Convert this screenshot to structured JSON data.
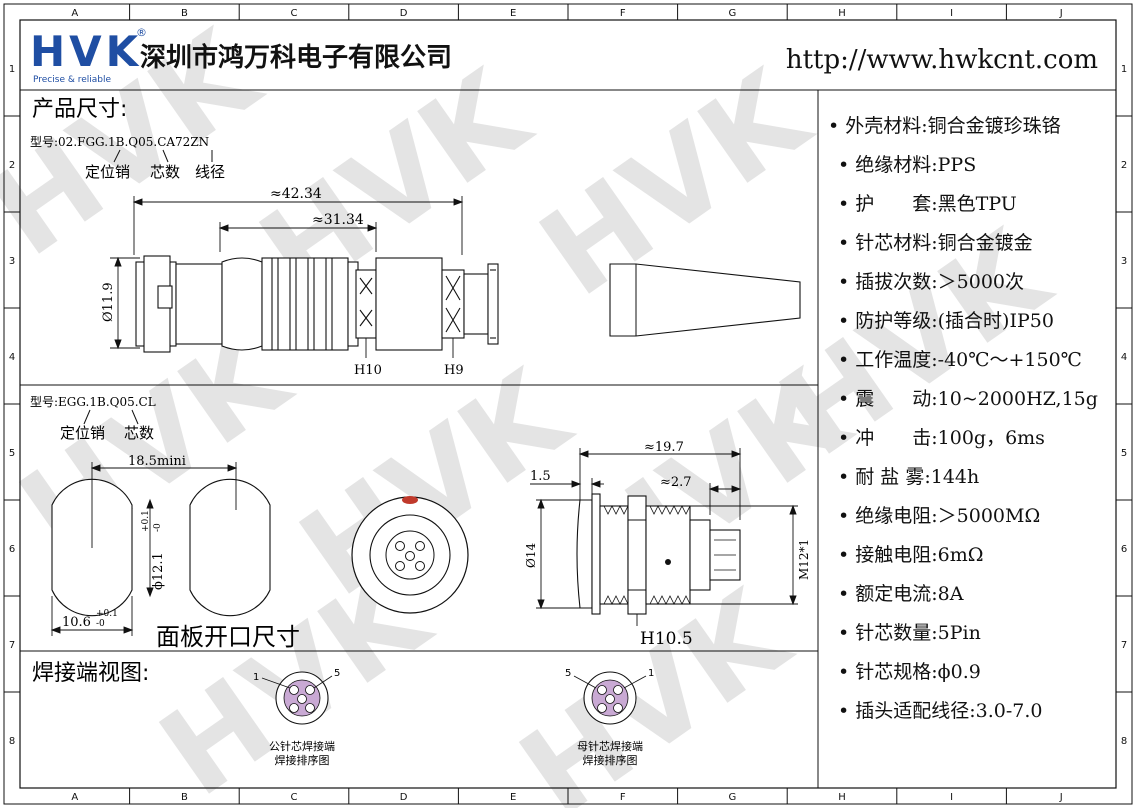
{
  "grid": {
    "cols": [
      "A",
      "B",
      "C",
      "D",
      "E",
      "F",
      "G",
      "H",
      "I",
      "J"
    ],
    "rows": [
      "1",
      "2",
      "3",
      "4",
      "5",
      "6",
      "7",
      "8"
    ]
  },
  "header": {
    "logo": "HVK",
    "logo_mark": "®",
    "tagline": "Precise & reliable",
    "company": "深圳市鸿万科电子有限公司",
    "url": "http://www.hwkcnt.com"
  },
  "watermark": "HVK",
  "plug": {
    "section_title": "产品尺寸:",
    "model": "型号:02.FGG.1B.Q05.CA72ZN",
    "label_pin": "定位销",
    "label_core": "芯数",
    "label_wire": "线径",
    "dim_total": "≈42.34",
    "dim_body": "≈31.34",
    "dim_dia": "Ø11.9",
    "hex1": "H10",
    "hex2": "H9"
  },
  "socket": {
    "model": "型号:EGG.1B.Q05.CL",
    "label_pin": "定位销",
    "label_core": "芯数",
    "cut_spacing": "18.5mini",
    "cut_height": "ϕ12.1",
    "cut_height_tol_up": "+0.1",
    "cut_height_tol_dn": "-0",
    "cut_width": "10.6",
    "cut_width_tol_up": "+0.1",
    "cut_width_tol_dn": "-0",
    "cut_title": "面板开口尺寸",
    "dim_total": "≈19.7",
    "dim_flange": "1.5",
    "dim_tail": "≈2.7",
    "dim_dia": "Ø14",
    "dim_thread": "M12*1",
    "hex": "H10.5"
  },
  "solder": {
    "section_title": "焊接端视图:",
    "male_caption1": "公针芯焊接端",
    "male_caption2": "焊接排序图",
    "female_caption1": "母针芯焊接端",
    "female_caption2": "焊接排序图",
    "pin1": "1",
    "pin5": "5"
  },
  "specs": [
    "• 外壳材料:铜合金镀珍珠铬",
    "• 绝缘材料:PPS",
    "• 护　　套:黑色TPU",
    "• 针芯材料:铜合金镀金",
    "• 插拔次数:＞5000次",
    "• 防护等级:(插合时)IP50",
    "• 工作温度:-40℃～+150℃",
    "• 震　　动:10~2000HZ,15g",
    "• 冲　　击:100g，6ms",
    "• 耐 盐 雾:144h",
    "• 绝缘电阻:＞5000MΩ",
    "• 接触电阻:6mΩ",
    "• 额定电流:8A",
    "• 针芯数量:5Pin",
    "• 针芯规格:ϕ0.9",
    "• 插头适配线径:3.0-7.0"
  ],
  "colors": {
    "logo_blue": "#1f4ea3",
    "line": "#111111",
    "watermark": "#e4e4e4",
    "insulator_pink": "#c9a9d4",
    "marker_red": "#c0392b"
  }
}
